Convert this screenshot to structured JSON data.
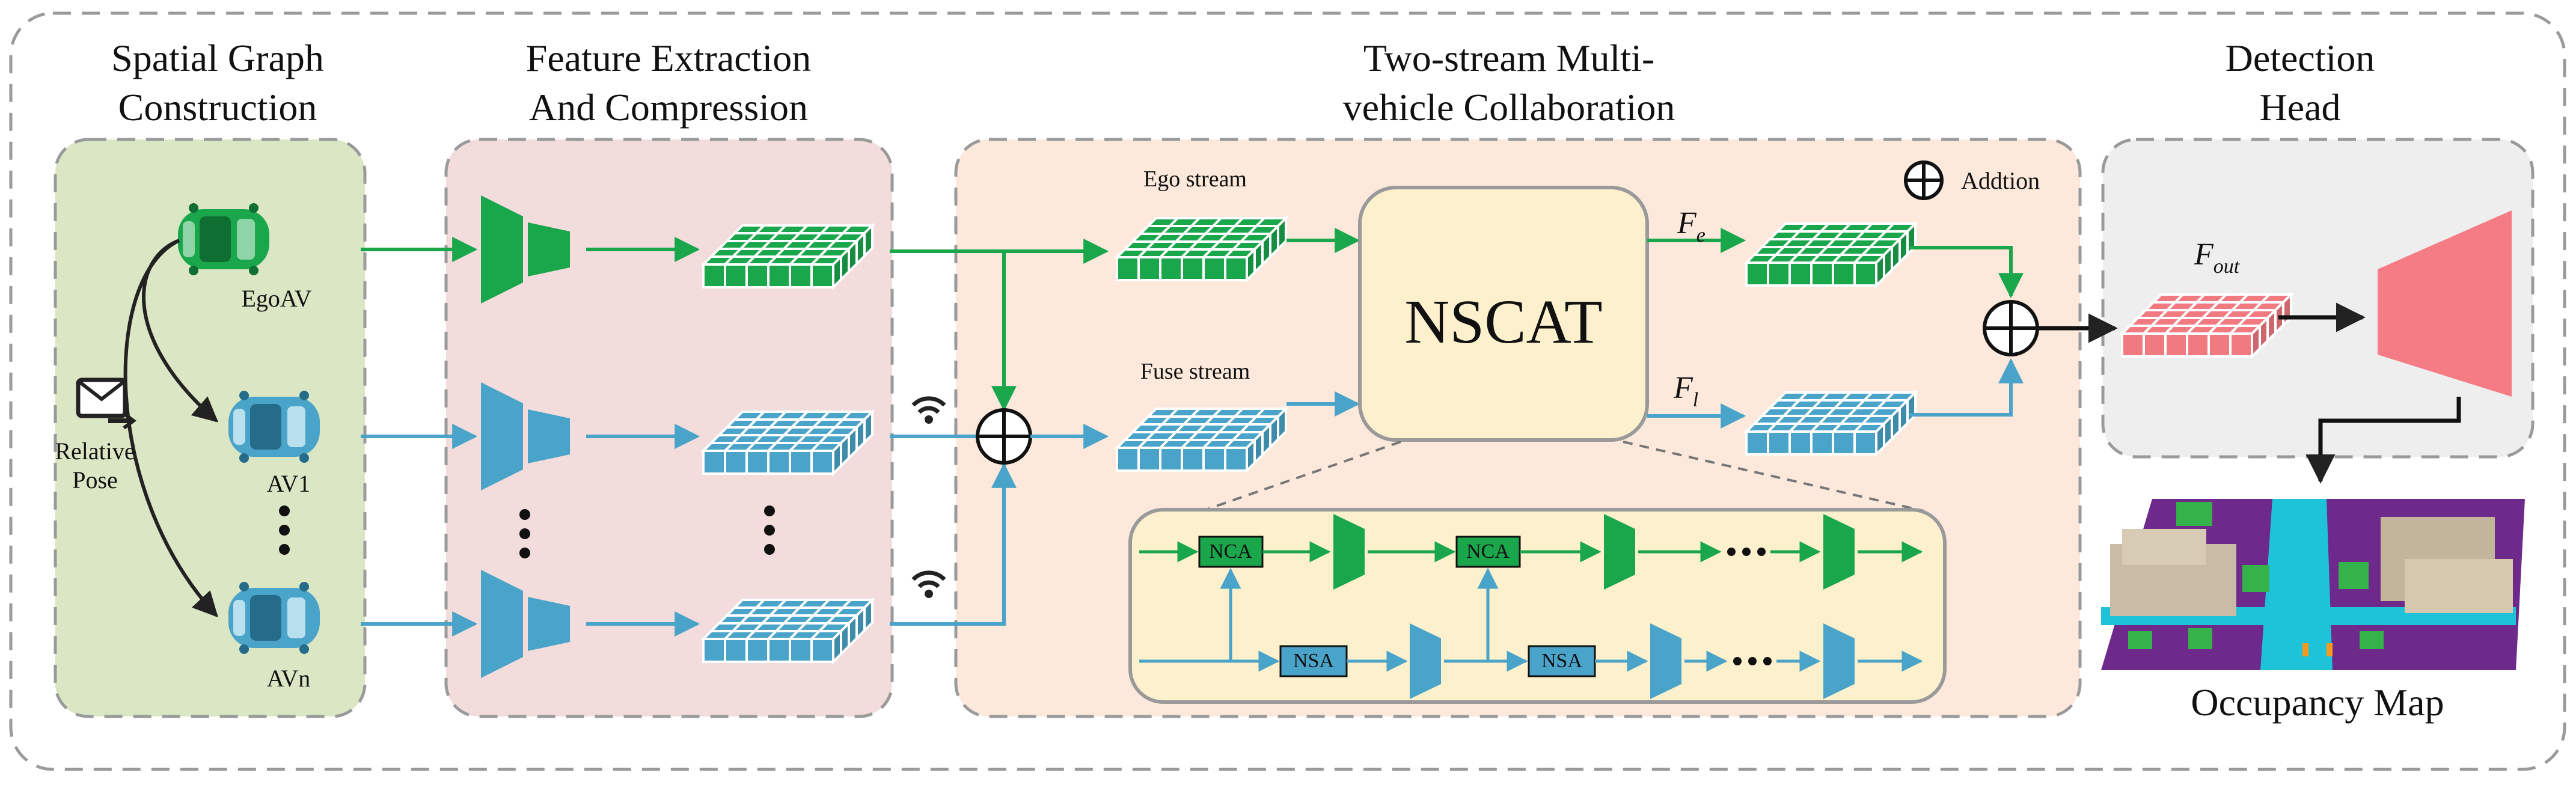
{
  "sections": {
    "spatial": {
      "title_line1": "Spatial Graph",
      "title_line2": "Construction"
    },
    "feature": {
      "title_line1": "Feature Extraction",
      "title_line2": "And Compression"
    },
    "collab": {
      "title_line1": "Two-stream Multi-",
      "title_line2": "vehicle Collaboration"
    },
    "detect": {
      "title_line1": "Detection",
      "title_line2": "Head"
    }
  },
  "vehicles": {
    "ego": "EgoAV",
    "av1": "AV1",
    "avn": "AVn",
    "pose_line1": "Relative",
    "pose_line2": "Pose"
  },
  "streams": {
    "ego": "Ego stream",
    "fuse": "Fuse stream"
  },
  "nscat": {
    "label": "NSCAT"
  },
  "legend": {
    "addition": "Addtion"
  },
  "features": {
    "fe_main": "F",
    "fe_sub": "e",
    "fl_main": "F",
    "fl_sub": "l",
    "fout_main": "F",
    "fout_sub": "out"
  },
  "blocks": {
    "nca": "NCA",
    "nsa": "NSA"
  },
  "output": {
    "label": "Occupancy Map"
  },
  "colors": {
    "green": "#1aa64b",
    "blue": "#4aa3c8",
    "pink": "#f07a80",
    "green_panel": "#dbe6c4",
    "pink_panel": "#f2dcdc",
    "orange_panel": "#fce9dc",
    "grey_panel": "#eeeeee",
    "nscat_fill": "#fdf0cc"
  }
}
